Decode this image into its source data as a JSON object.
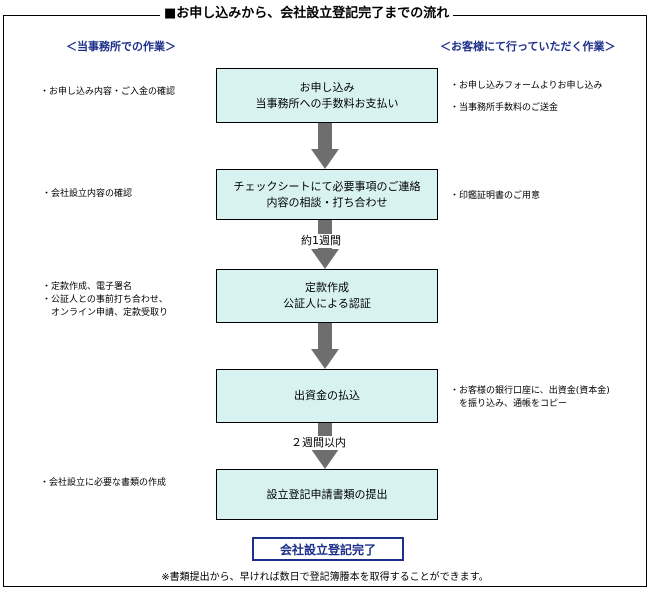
{
  "title": "■お申し込みから、会社設立登記完了までの流れ",
  "left_header": "＜当事務所での作業＞",
  "right_header": "＜お客様にて行っていただく作業＞",
  "steps": [
    {
      "lines": [
        "お申し込み",
        "当事務所への手数料お支払い"
      ]
    },
    {
      "lines": [
        "チェックシートにて必要事項のご連絡",
        "内容の相談・打ち合わせ"
      ]
    },
    {
      "lines": [
        "定款作成",
        "公証人による認証"
      ]
    },
    {
      "lines": [
        "出資金の払込"
      ]
    },
    {
      "lines": [
        "設立登記申請書類の提出"
      ]
    }
  ],
  "left_notes": [
    "・お申し込み内容・ご入金の確認",
    "・会社設立内容の確認",
    "・定款作成、電子署名\n・公証人との事前打ち合わせ、\n　オンライン申請、定款受取り",
    "・会社設立に必要な書類の作成"
  ],
  "right_notes": [
    "・お申し込みフォームよりお申し込み\n\n・当事務所手数料のご送金",
    "・印鑑証明書のご用意",
    "・お客様の銀行口座に、出資金(資本金)\n　を振り込み、通帳をコピー"
  ],
  "periods": [
    "約1週間",
    "２週間以内"
  ],
  "completion": "会社設立登記完了",
  "footnote": "※書類提出から、早ければ数日で登記簿謄本を取得することができます。",
  "colors": {
    "box_fill": "#d8f2f2",
    "arrow": "#6e6e6e",
    "heading": "#1c2f8a"
  }
}
